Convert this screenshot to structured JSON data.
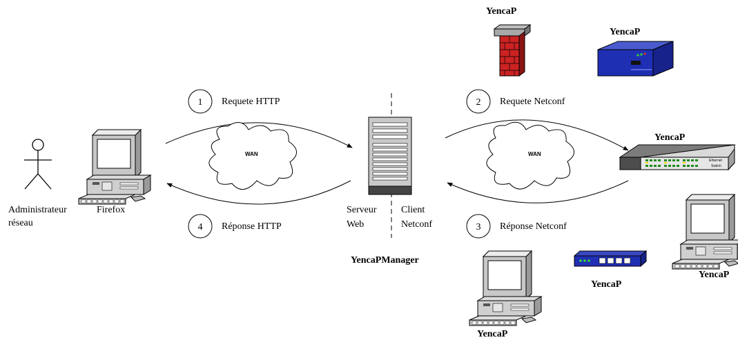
{
  "actors": {
    "admin_line1": "Administrateur",
    "admin_line2": "réseau",
    "browser": "Firefox"
  },
  "steps": [
    {
      "num": "1",
      "label": "Requete HTTP"
    },
    {
      "num": "2",
      "label": "Requete Netconf"
    },
    {
      "num": "3",
      "label": "Réponse Netconf"
    },
    {
      "num": "4",
      "label": "Réponse HTTP"
    }
  ],
  "clouds": {
    "left": "WAN",
    "right": "WAN"
  },
  "server": {
    "left_line1": "Serveur",
    "left_line2": "Web",
    "right_line1": "Client",
    "right_line2": "Netconf",
    "name": "YencaPManager"
  },
  "devices": {
    "firewall": "YencaP",
    "router": "YencaP",
    "switch": "YencaP",
    "hub": "YencaP",
    "pc_right": "YencaP",
    "pc_bottom": "YencaP"
  },
  "device_text": {
    "switch_line1": "Ethernet",
    "switch_line2": "Switch"
  }
}
